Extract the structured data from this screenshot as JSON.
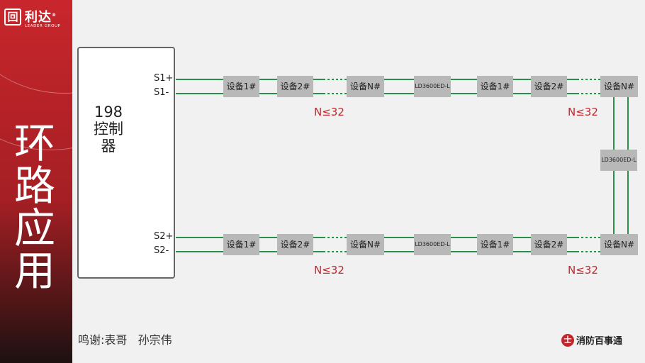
{
  "brand": {
    "logo_mark": "回",
    "name_cn": "利达",
    "registered": "®",
    "name_en": "LEADER GROUP"
  },
  "title": "环路应用",
  "controller": {
    "label": "198控制器"
  },
  "ports": {
    "s1_plus": "S1+",
    "s1_minus": "S1-",
    "s2_plus": "S2+",
    "s2_minus": "S2-"
  },
  "loop_top": {
    "devices": [
      "设备1#",
      "设备2#",
      "设备N#",
      "LD3600ED-L",
      "设备1#",
      "设备2#",
      "设备N#"
    ],
    "counts": [
      "N≤32",
      "N≤32"
    ]
  },
  "loop_bottom": {
    "devices": [
      "设备1#",
      "设备2#",
      "设备N#",
      "LD3600ED-L",
      "设备1#",
      "设备2#",
      "设备N#"
    ],
    "counts": [
      "N≤32",
      "N≤32"
    ]
  },
  "vertical_module": "LD3600ED-L",
  "credit": "鸣谢:表哥   孙宗伟",
  "footer_brand": {
    "icon": "士",
    "name": "消防百事通"
  },
  "colors": {
    "accent_red": "#c0272d",
    "wire_green": "#2a8f4a",
    "device_gray": "#b8b8b8"
  }
}
